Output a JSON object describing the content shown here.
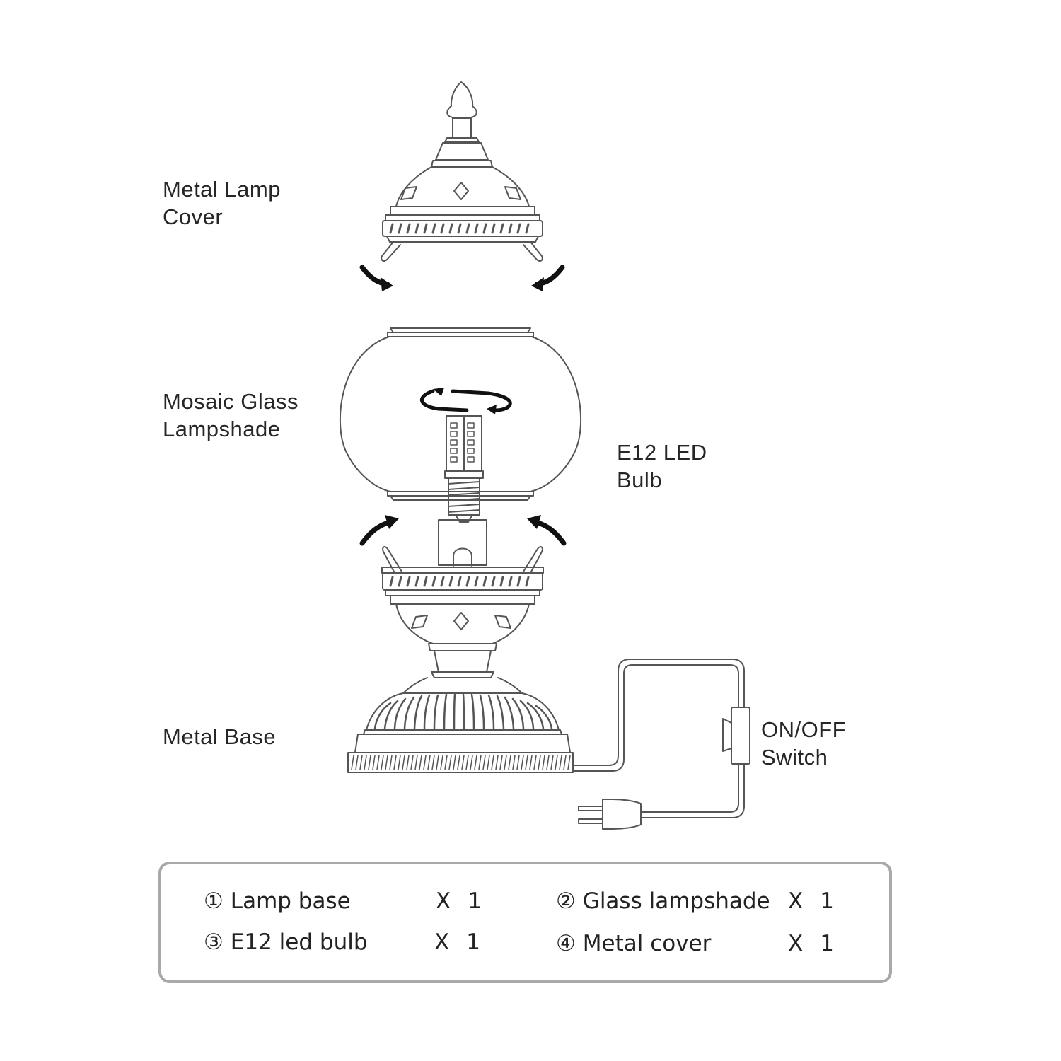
{
  "labels": {
    "cover": [
      "Metal Lamp",
      "Cover"
    ],
    "shade": [
      "Mosaic Glass",
      "Lampshade"
    ],
    "bulb": [
      "E12 LED",
      "Bulb"
    ],
    "base": "Metal Base",
    "switch": [
      "ON/OFF",
      "Switch"
    ]
  },
  "parts": [
    {
      "num": "①",
      "name": "Lamp base",
      "x": "X",
      "qty": "1"
    },
    {
      "num": "②",
      "name": "Glass lampshade",
      "x": "X",
      "qty": "1"
    },
    {
      "num": "③",
      "name": "E12 led bulb",
      "x": "X",
      "qty": "1"
    },
    {
      "num": "④",
      "name": "Metal cover",
      "x": "X",
      "qty": "1"
    }
  ],
  "colors": {
    "line": "#555555",
    "arrow": "#111111",
    "box_border": "#a9a9a9"
  }
}
